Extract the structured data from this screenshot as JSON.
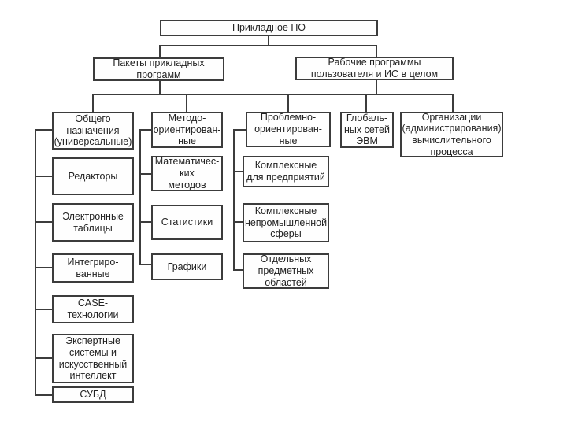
{
  "diagram": {
    "title": "Прикладное ПО",
    "nodes": {
      "root": {
        "label": "Прикладное ПО"
      },
      "packages": {
        "label": "Пакеты прикладных\nпрограмм"
      },
      "user_programs": {
        "label": "Рабочие программы\nпользователя и ИС в целом"
      },
      "general": {
        "label": "Общего\nназначения\n(универсальные)"
      },
      "method_oriented": {
        "label": "Методо-\nориентирован-\nные"
      },
      "problem_oriented": {
        "label": "Проблемно-\nориентирован-\nные"
      },
      "global_networks": {
        "label": "Глобаль-\nных сетей\nЭВМ"
      },
      "organization": {
        "label": "Организации\n(администрирования)\nвычислительного\nпроцесса"
      },
      "editors": {
        "label": "Редакторы"
      },
      "spreadsheets": {
        "label": "Электронные\nтаблицы"
      },
      "integrated": {
        "label": "Интегриро-\nванные"
      },
      "case_tech": {
        "label": "CASE-\nтехнологии"
      },
      "expert_systems": {
        "label": "Экспертные\nсистемы и\nискусственный\nинтеллект"
      },
      "dbms": {
        "label": "СУБД"
      },
      "math_methods": {
        "label": "Математичес-\nких\nметодов"
      },
      "statistics": {
        "label": "Статистики"
      },
      "graphics": {
        "label": "Графики"
      },
      "complex_enterprise": {
        "label": "Комплексные\nдля предприятий"
      },
      "complex_nonindustrial": {
        "label": "Комплексные\nнепромышленной\nсферы"
      },
      "separate_subjects": {
        "label": "Отдельных\nпредметных\nобластей"
      }
    }
  }
}
